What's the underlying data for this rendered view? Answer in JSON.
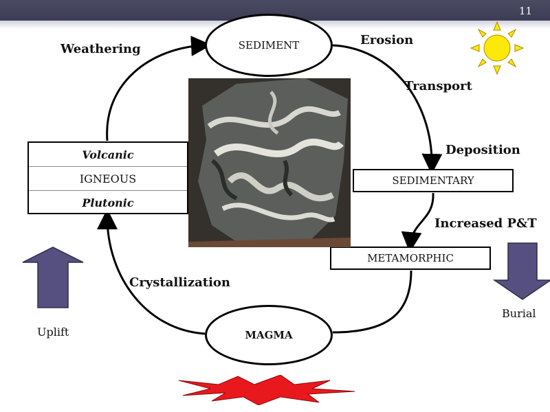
{
  "slide": {
    "number": "11"
  },
  "nodes": {
    "sediment": "SEDIMENT",
    "magma": "MAGMA",
    "sedimentary": "SEDIMENTARY",
    "metamorphic": "METAMORPHIC",
    "igneous_rows": [
      "Volcanic",
      "IGNEOUS",
      "Plutonic"
    ]
  },
  "processes": {
    "weathering": "Weathering",
    "erosion": "Erosion",
    "transport": "Transport",
    "deposition": "Deposition",
    "increased_pt": "Increased P&T",
    "crystallization": "Crystallization"
  },
  "side_labels": {
    "uplift": "Uplift",
    "burial": "Burial"
  },
  "colors": {
    "header": "#46455e",
    "arrow_fill": "#55507f",
    "sun_fill": "#fde80a",
    "burst_fill": "#e8181c"
  },
  "icons": {
    "sun": "sun-icon",
    "burst": "heat-burst-icon",
    "up_arrow": "up-arrow-icon",
    "down_arrow": "down-arrow-icon"
  }
}
